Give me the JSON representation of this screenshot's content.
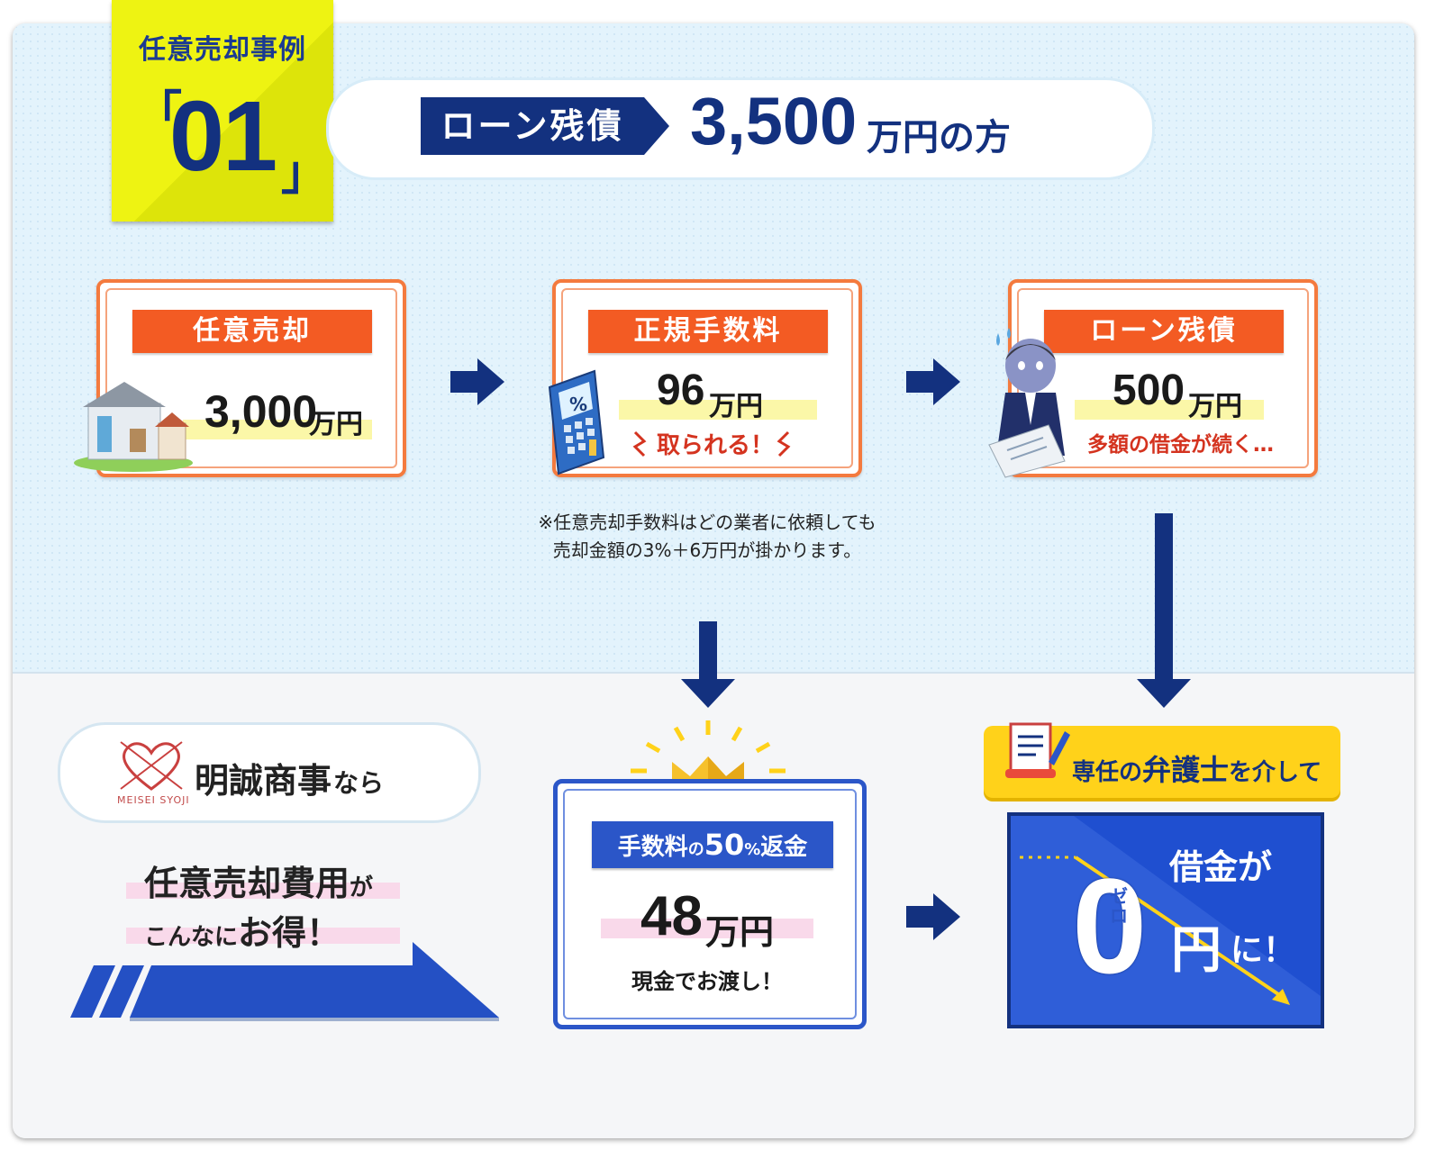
{
  "badge": {
    "label": "任意売却事例",
    "number": "01",
    "bracket_open": "「",
    "bracket_close": "」"
  },
  "loan_header": {
    "tag": "ローン残債",
    "amount": "3,500",
    "unit": "万円の方"
  },
  "step1": {
    "title": "任意売却",
    "value": "3,000",
    "unit": "万円"
  },
  "step2": {
    "title": "正規手数料",
    "value": "96",
    "unit": "万円",
    "sub": "取られる！",
    "calc_symbol": "%"
  },
  "step3": {
    "title": "ローン残債",
    "value": "500",
    "unit": "万円",
    "sub": "多額の借金が続く…"
  },
  "note": {
    "line1": "※任意売却手数料はどの業者に依頼しても",
    "line2": "売却金額の3%＋6万円が掛かります。"
  },
  "meisei": {
    "name": "明誠商事",
    "suffix": "なら",
    "logo_text": "MEISEI SYOJI"
  },
  "benefit": {
    "line1_a": "任意売却費用",
    "line1_b": "が",
    "line2_a": "こんなに",
    "line2_b": "お得！"
  },
  "refund": {
    "title_a": "手数料",
    "title_b": "の",
    "title_c": "50",
    "title_d": "%",
    "title_e": "返金",
    "value": "48",
    "unit": "万円",
    "sub": "現金でお渡し！"
  },
  "lawyer": {
    "pre": "専任の",
    "main": "弁護士",
    "post": "を介して"
  },
  "zero": {
    "title": "借金が",
    "digit": "0",
    "ruby": "ゼロ",
    "unit": "円",
    "suffix": "に！"
  },
  "colors": {
    "navy": "#13317f",
    "orange": "#f35b23",
    "blue": "#2b56c8",
    "yellow": "#ffd21a"
  }
}
